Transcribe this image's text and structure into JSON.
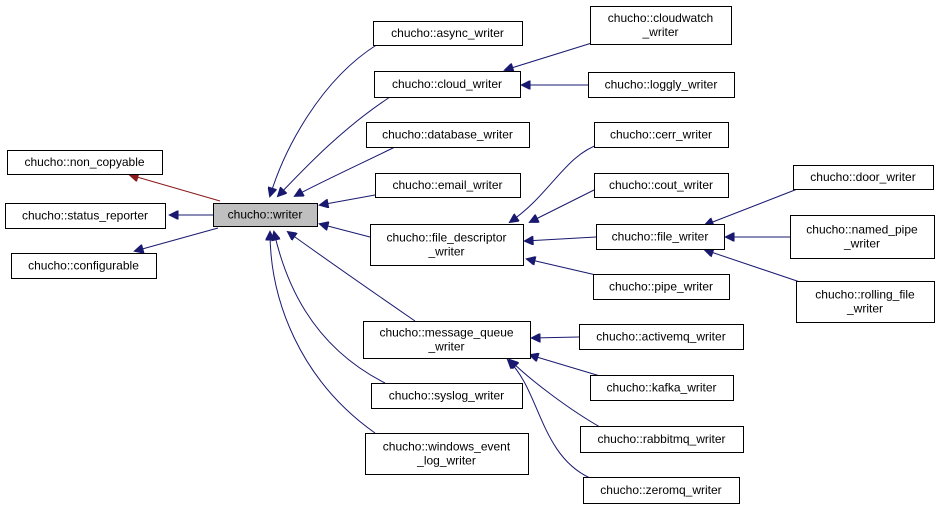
{
  "colors": {
    "inheritance_edge": "#191970",
    "private_edge": "#8b1a1a",
    "node_fill": "#ffffff",
    "current_node_fill": "#bfbfbf",
    "border": "#000000"
  },
  "nodes": {
    "non_copyable": "chucho::non_copyable",
    "status_reporter": "chucho::status_reporter",
    "configurable": "chucho::configurable",
    "writer": "chucho::writer",
    "async_writer": "chucho::async_writer",
    "cloud_writer": "chucho::cloud_writer",
    "database_writer": "chucho::database_writer",
    "email_writer": "chucho::email_writer",
    "file_descriptor_writer": [
      "chucho::file_descriptor",
      "_writer"
    ],
    "message_queue_writer": [
      "chucho::message_queue",
      "_writer"
    ],
    "syslog_writer": "chucho::syslog_writer",
    "windows_event_log_writer": [
      "chucho::windows_event",
      "_log_writer"
    ],
    "cloudwatch_writer": [
      "chucho::cloudwatch",
      "_writer"
    ],
    "loggly_writer": "chucho::loggly_writer",
    "cerr_writer": "chucho::cerr_writer",
    "cout_writer": "chucho::cout_writer",
    "file_writer": "chucho::file_writer",
    "pipe_writer": "chucho::pipe_writer",
    "activemq_writer": "chucho::activemq_writer",
    "kafka_writer": "chucho::kafka_writer",
    "rabbitmq_writer": "chucho::rabbitmq_writer",
    "zeromq_writer": "chucho::zeromq_writer",
    "door_writer": "chucho::door_writer",
    "named_pipe_writer": [
      "chucho::named_pipe",
      "_writer"
    ],
    "rolling_file_writer": [
      "chucho::rolling_file",
      "_writer"
    ]
  },
  "edges": [
    {
      "from": "writer",
      "to": "non_copyable",
      "kind": "private"
    },
    {
      "from": "writer",
      "to": "status_reporter",
      "kind": "public"
    },
    {
      "from": "writer",
      "to": "configurable",
      "kind": "public"
    },
    {
      "from": "async_writer",
      "to": "writer",
      "kind": "public"
    },
    {
      "from": "cloud_writer",
      "to": "writer",
      "kind": "public"
    },
    {
      "from": "database_writer",
      "to": "writer",
      "kind": "public"
    },
    {
      "from": "email_writer",
      "to": "writer",
      "kind": "public"
    },
    {
      "from": "file_descriptor_writer",
      "to": "writer",
      "kind": "public"
    },
    {
      "from": "message_queue_writer",
      "to": "writer",
      "kind": "public"
    },
    {
      "from": "syslog_writer",
      "to": "writer",
      "kind": "public"
    },
    {
      "from": "windows_event_log_writer",
      "to": "writer",
      "kind": "public"
    },
    {
      "from": "cloudwatch_writer",
      "to": "cloud_writer",
      "kind": "public"
    },
    {
      "from": "loggly_writer",
      "to": "cloud_writer",
      "kind": "public"
    },
    {
      "from": "cerr_writer",
      "to": "file_descriptor_writer",
      "kind": "public"
    },
    {
      "from": "cout_writer",
      "to": "file_descriptor_writer",
      "kind": "public"
    },
    {
      "from": "file_writer",
      "to": "file_descriptor_writer",
      "kind": "public"
    },
    {
      "from": "pipe_writer",
      "to": "file_descriptor_writer",
      "kind": "public"
    },
    {
      "from": "activemq_writer",
      "to": "message_queue_writer",
      "kind": "public"
    },
    {
      "from": "kafka_writer",
      "to": "message_queue_writer",
      "kind": "public"
    },
    {
      "from": "rabbitmq_writer",
      "to": "message_queue_writer",
      "kind": "public"
    },
    {
      "from": "zeromq_writer",
      "to": "message_queue_writer",
      "kind": "public"
    },
    {
      "from": "door_writer",
      "to": "file_writer",
      "kind": "public"
    },
    {
      "from": "named_pipe_writer",
      "to": "file_writer",
      "kind": "public"
    },
    {
      "from": "rolling_file_writer",
      "to": "file_writer",
      "kind": "public"
    }
  ]
}
